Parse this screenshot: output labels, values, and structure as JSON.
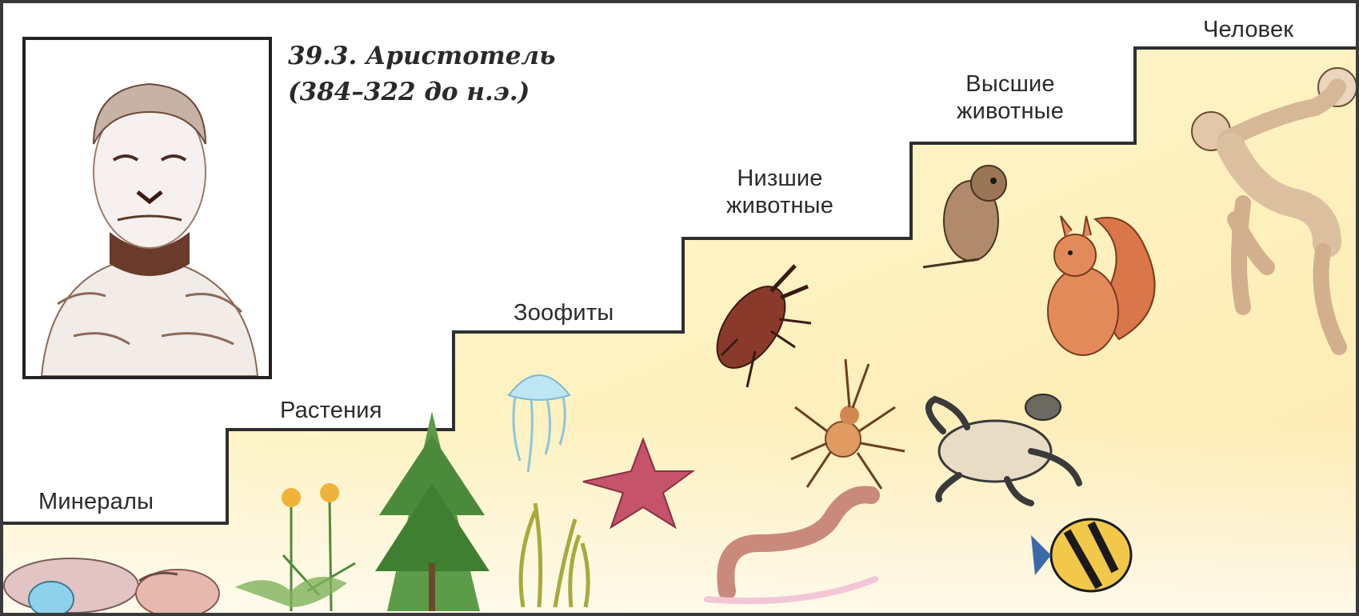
{
  "caption": {
    "line1": "39.3. Аристотель",
    "line2": "(384–322 до н.э.)"
  },
  "steps": [
    {
      "id": "minerals",
      "label": "Минералы"
    },
    {
      "id": "plants",
      "label": "Растения"
    },
    {
      "id": "zoophytes",
      "label": "Зоофиты"
    },
    {
      "id": "lower-animals",
      "line1": "Низшие",
      "line2": "животные"
    },
    {
      "id": "higher-animals",
      "line1": "Высшие",
      "line2": "животные"
    },
    {
      "id": "human",
      "label": "Человек"
    }
  ],
  "icons": [
    "aristotle-bust-icon",
    "mineral-stones-icon",
    "dandelion-icon",
    "fir-tree-icon",
    "jellyfish-icon",
    "starfish-icon",
    "seaweed-icon",
    "stag-beetle-icon",
    "spider-icon",
    "earthworm-icon",
    "bird-icon",
    "squirrel-icon",
    "turtle-icon",
    "fish-icon",
    "discobolus-human-icon"
  ],
  "colors": {
    "staircase_fill": "#fcf3c4",
    "staircase_line": "#2f2f2f"
  }
}
